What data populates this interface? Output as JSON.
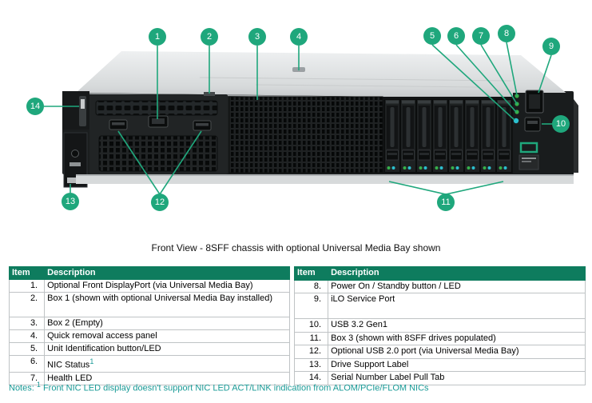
{
  "figure": {
    "caption": "Front View - 8SFF chassis with optional Universal Media Bay shown",
    "callouts": [
      "1",
      "2",
      "3",
      "4",
      "5",
      "6",
      "7",
      "8",
      "9",
      "10",
      "11",
      "12",
      "13",
      "14"
    ],
    "led_colors": {
      "power_led": "#37b14b",
      "health_led": "#37b14b",
      "nic_status_led": "#37b14b",
      "uid_led": "#2cc0cf",
      "drive_led_green": "#37b14b",
      "drive_led_cyan": "#2cc0cf"
    }
  },
  "table": {
    "left": {
      "headers": {
        "item": "Item",
        "desc": "Description"
      },
      "rows": [
        {
          "item": "1.",
          "desc": "Optional Front DisplayPort (via Universal Media Bay)"
        },
        {
          "item": "2.",
          "desc": "Box 1 (shown with optional Universal Media Bay installed)"
        },
        {
          "item": "3.",
          "desc": "Box 2 (Empty)"
        },
        {
          "item": "4.",
          "desc": "Quick removal access panel"
        },
        {
          "item": "5.",
          "desc": "Unit Identification button/LED"
        },
        {
          "item": "6.",
          "desc": "NIC Status",
          "sup": "1"
        },
        {
          "item": "7.",
          "desc": "Health LED"
        }
      ]
    },
    "right": {
      "headers": {
        "item": "Item",
        "desc": "Description"
      },
      "rows": [
        {
          "item": "8.",
          "desc": "Power On / Standby button / LED"
        },
        {
          "item": "9.",
          "desc": "iLO Service Port"
        },
        {
          "item": "10.",
          "desc": "USB 3.2 Gen1"
        },
        {
          "item": "11.",
          "desc": "Box 3 (shown with 8SFF drives populated)"
        },
        {
          "item": "12.",
          "desc": "Optional USB 2.0 port (via Universal Media Bay)"
        },
        {
          "item": "13.",
          "desc": "Drive Support Label"
        },
        {
          "item": "14.",
          "desc": "Serial Number Label Pull Tab"
        }
      ]
    }
  },
  "notes": {
    "prefix": "Notes:",
    "sup": "1",
    "text": "Front NIC LED display doesn't support NIC LED ACT/LINK indication from ALOM/PCIe/FLOM NICs"
  },
  "colors": {
    "header_bg": "#0e7c5e",
    "callout_green": "#1fa77c",
    "notes_teal": "#189a96",
    "table_border": "#bfc3c5"
  }
}
